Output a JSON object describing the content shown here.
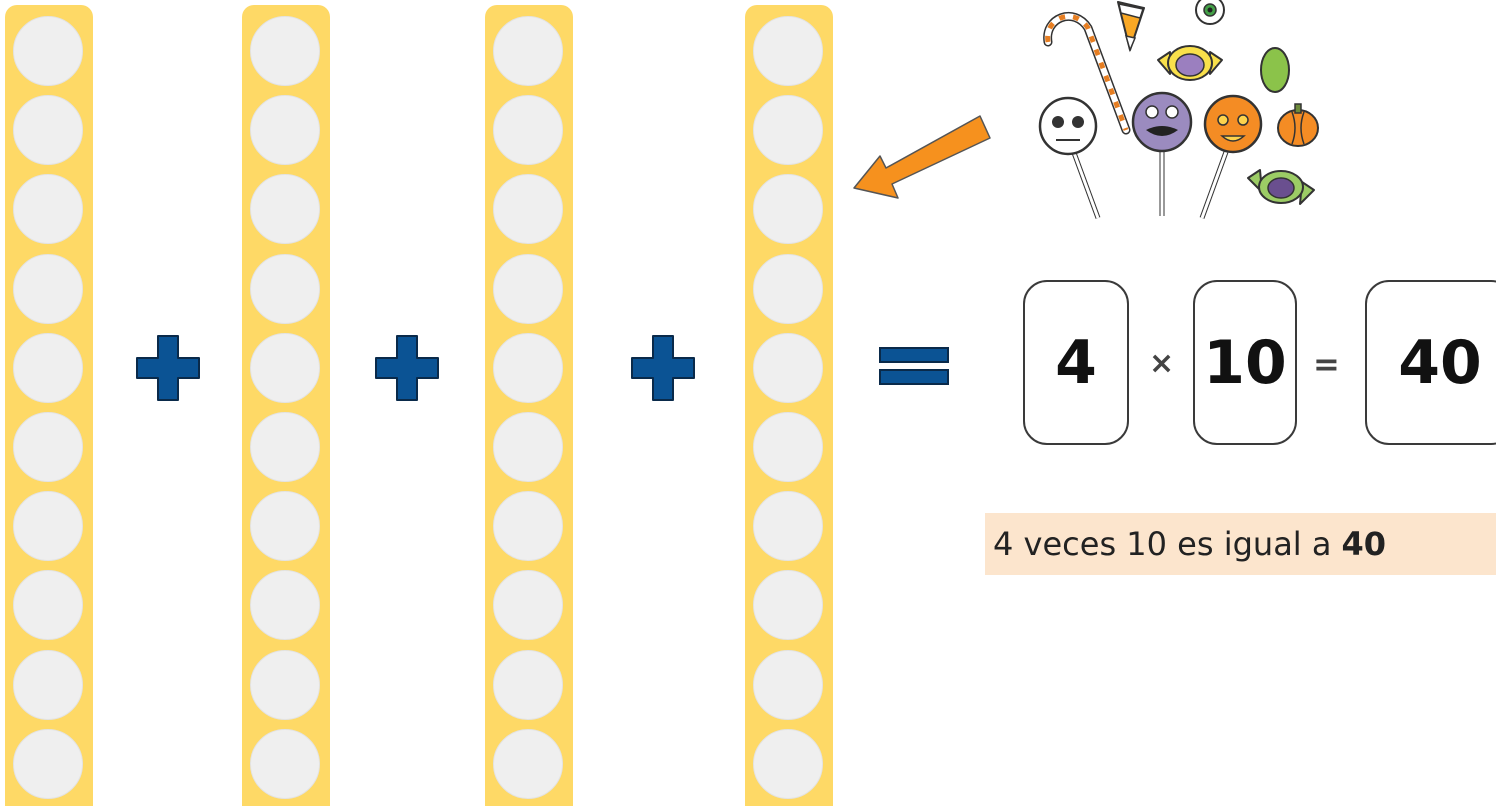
{
  "equation": {
    "factor_a": "4",
    "times_symbol": "×",
    "factor_b": "10",
    "equals_symbol": "=",
    "product": "40"
  },
  "sentence": {
    "text": "4 veces 10 es igual a",
    "answer": "40"
  },
  "ten_frames": {
    "count": 4,
    "slots_per_frame": 10
  },
  "colors": {
    "frame_yellow": "#fed966",
    "slot_gray": "#efefef",
    "operator_blue": "#0b5394",
    "arrow_orange": "#f6911e",
    "sentence_bg": "#fce5cd"
  },
  "icons": [
    "plus-icon",
    "equals-icon",
    "arrow-icon",
    "halloween-candy-illustration"
  ]
}
